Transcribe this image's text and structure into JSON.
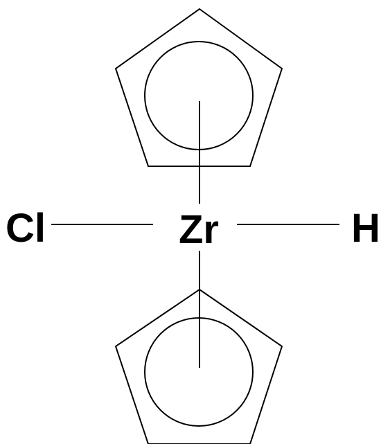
{
  "molecule": {
    "center_atom": "Zr",
    "left_atom": "Cl",
    "right_atom": "H",
    "ligands": [
      "cyclopentadienyl-top",
      "cyclopentadienyl-bottom"
    ],
    "line_color": "#000000",
    "background": "#ffffff"
  }
}
